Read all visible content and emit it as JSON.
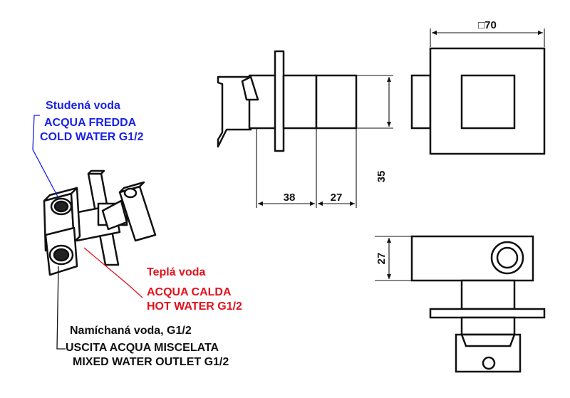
{
  "labels": {
    "cold": {
      "local": "Studená voda",
      "it": "ACQUA FREDDA",
      "en": "COLD WATER G1/2"
    },
    "hot": {
      "local": "Teplá voda",
      "it": "ACQUA CALDA",
      "en": "HOT WATER G1/2"
    },
    "mixed": {
      "local": "Namíchaná voda, G1/2",
      "it": "USCITA ACQUA MISCELATA",
      "en": "MIXED WATER OUTLET G1/2"
    }
  },
  "dimensions": {
    "square_width": "□70",
    "depth_body": "38",
    "depth_front": "27",
    "height_side": "35",
    "height_top": "27"
  },
  "colors": {
    "cold": "#1a22e6",
    "hot": "#e3121c",
    "line": "#111111"
  }
}
